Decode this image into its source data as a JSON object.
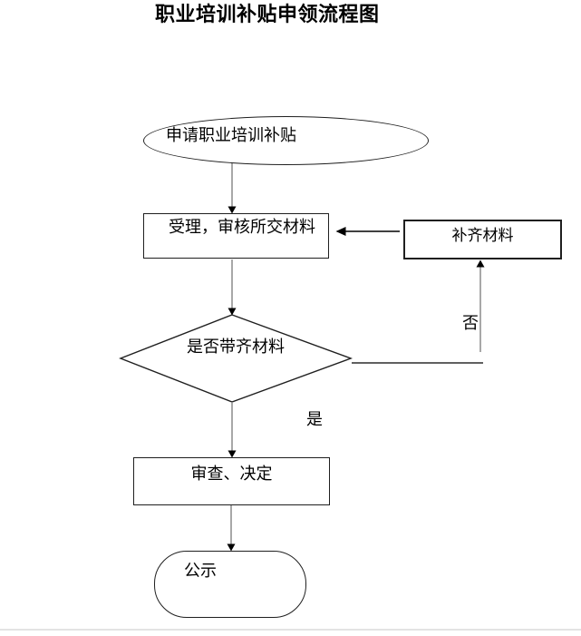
{
  "page": {
    "title": "职业培训补贴申领流程图"
  },
  "flowchart": {
    "nodes": {
      "start": {
        "type": "terminator",
        "label": "申请职业培训补贴"
      },
      "accept": {
        "type": "process",
        "label": "受理，审核所交材料"
      },
      "supplement": {
        "type": "process",
        "label": "补齐材料"
      },
      "decision": {
        "type": "decision",
        "label": "是否带齐材料"
      },
      "review": {
        "type": "process",
        "label": "审查、决定"
      },
      "publicity": {
        "type": "terminator",
        "label": "公示"
      }
    },
    "edges": [
      {
        "from": "start",
        "to": "accept",
        "label": ""
      },
      {
        "from": "accept",
        "to": "decision",
        "label": ""
      },
      {
        "from": "decision",
        "to": "supplement",
        "label": "否"
      },
      {
        "from": "supplement",
        "to": "accept",
        "label": ""
      },
      {
        "from": "decision",
        "to": "review",
        "label": "是"
      },
      {
        "from": "review",
        "to": "publicity",
        "label": ""
      }
    ],
    "edge_labels": {
      "no": "否",
      "yes": "是"
    }
  },
  "colors": {
    "background": "#ffffff",
    "text": "#000000",
    "shape_border": "#1f1f1f",
    "connector_line": "#828282",
    "arrowhead": "#000000",
    "page_divider": "#e3e3e3"
  }
}
